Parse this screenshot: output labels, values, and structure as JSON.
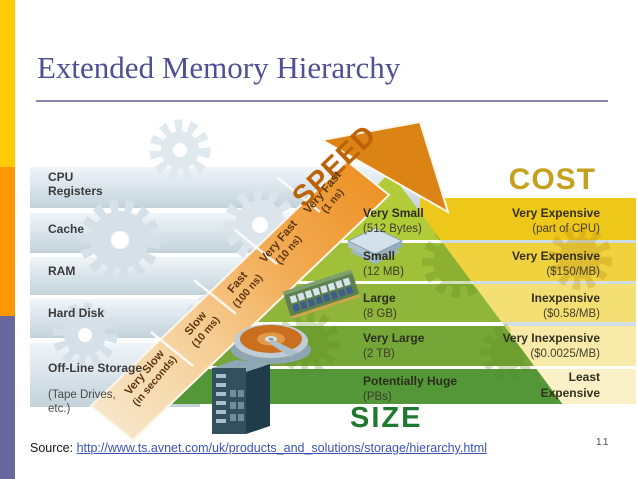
{
  "slide": {
    "title": "Extended Memory Hierarchy",
    "page_number": "11",
    "source_prefix": "Source:",
    "source_url": "http://www.ts.avnet.com/uk/products_and_solutions/storage/hierarchy.html"
  },
  "axes": {
    "speed": "SPEED",
    "size": "SIZE",
    "cost": "COST"
  },
  "levels": [
    {
      "storage": "CPU\nRegisters",
      "storage_detail": "",
      "speed": "Very Fast",
      "speed_detail": "(1 ns)",
      "size": "Very Small",
      "size_detail": "(512 Bytes)",
      "cost": "Very Expensive",
      "cost_detail": "(part of CPU)"
    },
    {
      "storage": "Cache",
      "storage_detail": "",
      "speed": "Very Fast",
      "speed_detail": "(10 ns)",
      "size": "Small",
      "size_detail": "(12 MB)",
      "cost": "Very Expensive",
      "cost_detail": "($150/MB)"
    },
    {
      "storage": "RAM",
      "storage_detail": "",
      "speed": "Fast",
      "speed_detail": "(100 ns)",
      "size": "Large",
      "size_detail": "(8 GB)",
      "cost": "Inexpensive",
      "cost_detail": "($0.58/MB)"
    },
    {
      "storage": "Hard Disk",
      "storage_detail": "",
      "speed": "Slow",
      "speed_detail": "(10 ms)",
      "size": "Very Large",
      "size_detail": "(2 TB)",
      "cost": "Very Inexpensive",
      "cost_detail": "($0.0025/MB)"
    },
    {
      "storage": "Off-Line Storage",
      "storage_detail": "(Tape Drives,\netc.)",
      "speed": "Very Slow",
      "speed_detail": "(in seconds)",
      "size": "Potentially Huge",
      "size_detail": "(PBs)",
      "cost": "Least\nExpensive",
      "cost_detail": ""
    }
  ],
  "icons": {
    "cache": "chip-stack-icon",
    "ram": "ram-module-icon",
    "hard_disk": "hard-disk-icon",
    "offline": "server-tower-icon"
  },
  "colors": {
    "edge_yellow": "#FFCB02",
    "edge_orange": "#FB9803",
    "edge_purple": "#6868A0",
    "title": "#4F4F96",
    "speed_arrow": "#DB8315",
    "cost_gold": "#C5A01D",
    "size_green": "#1F7A30",
    "link": "#3B53B5"
  }
}
